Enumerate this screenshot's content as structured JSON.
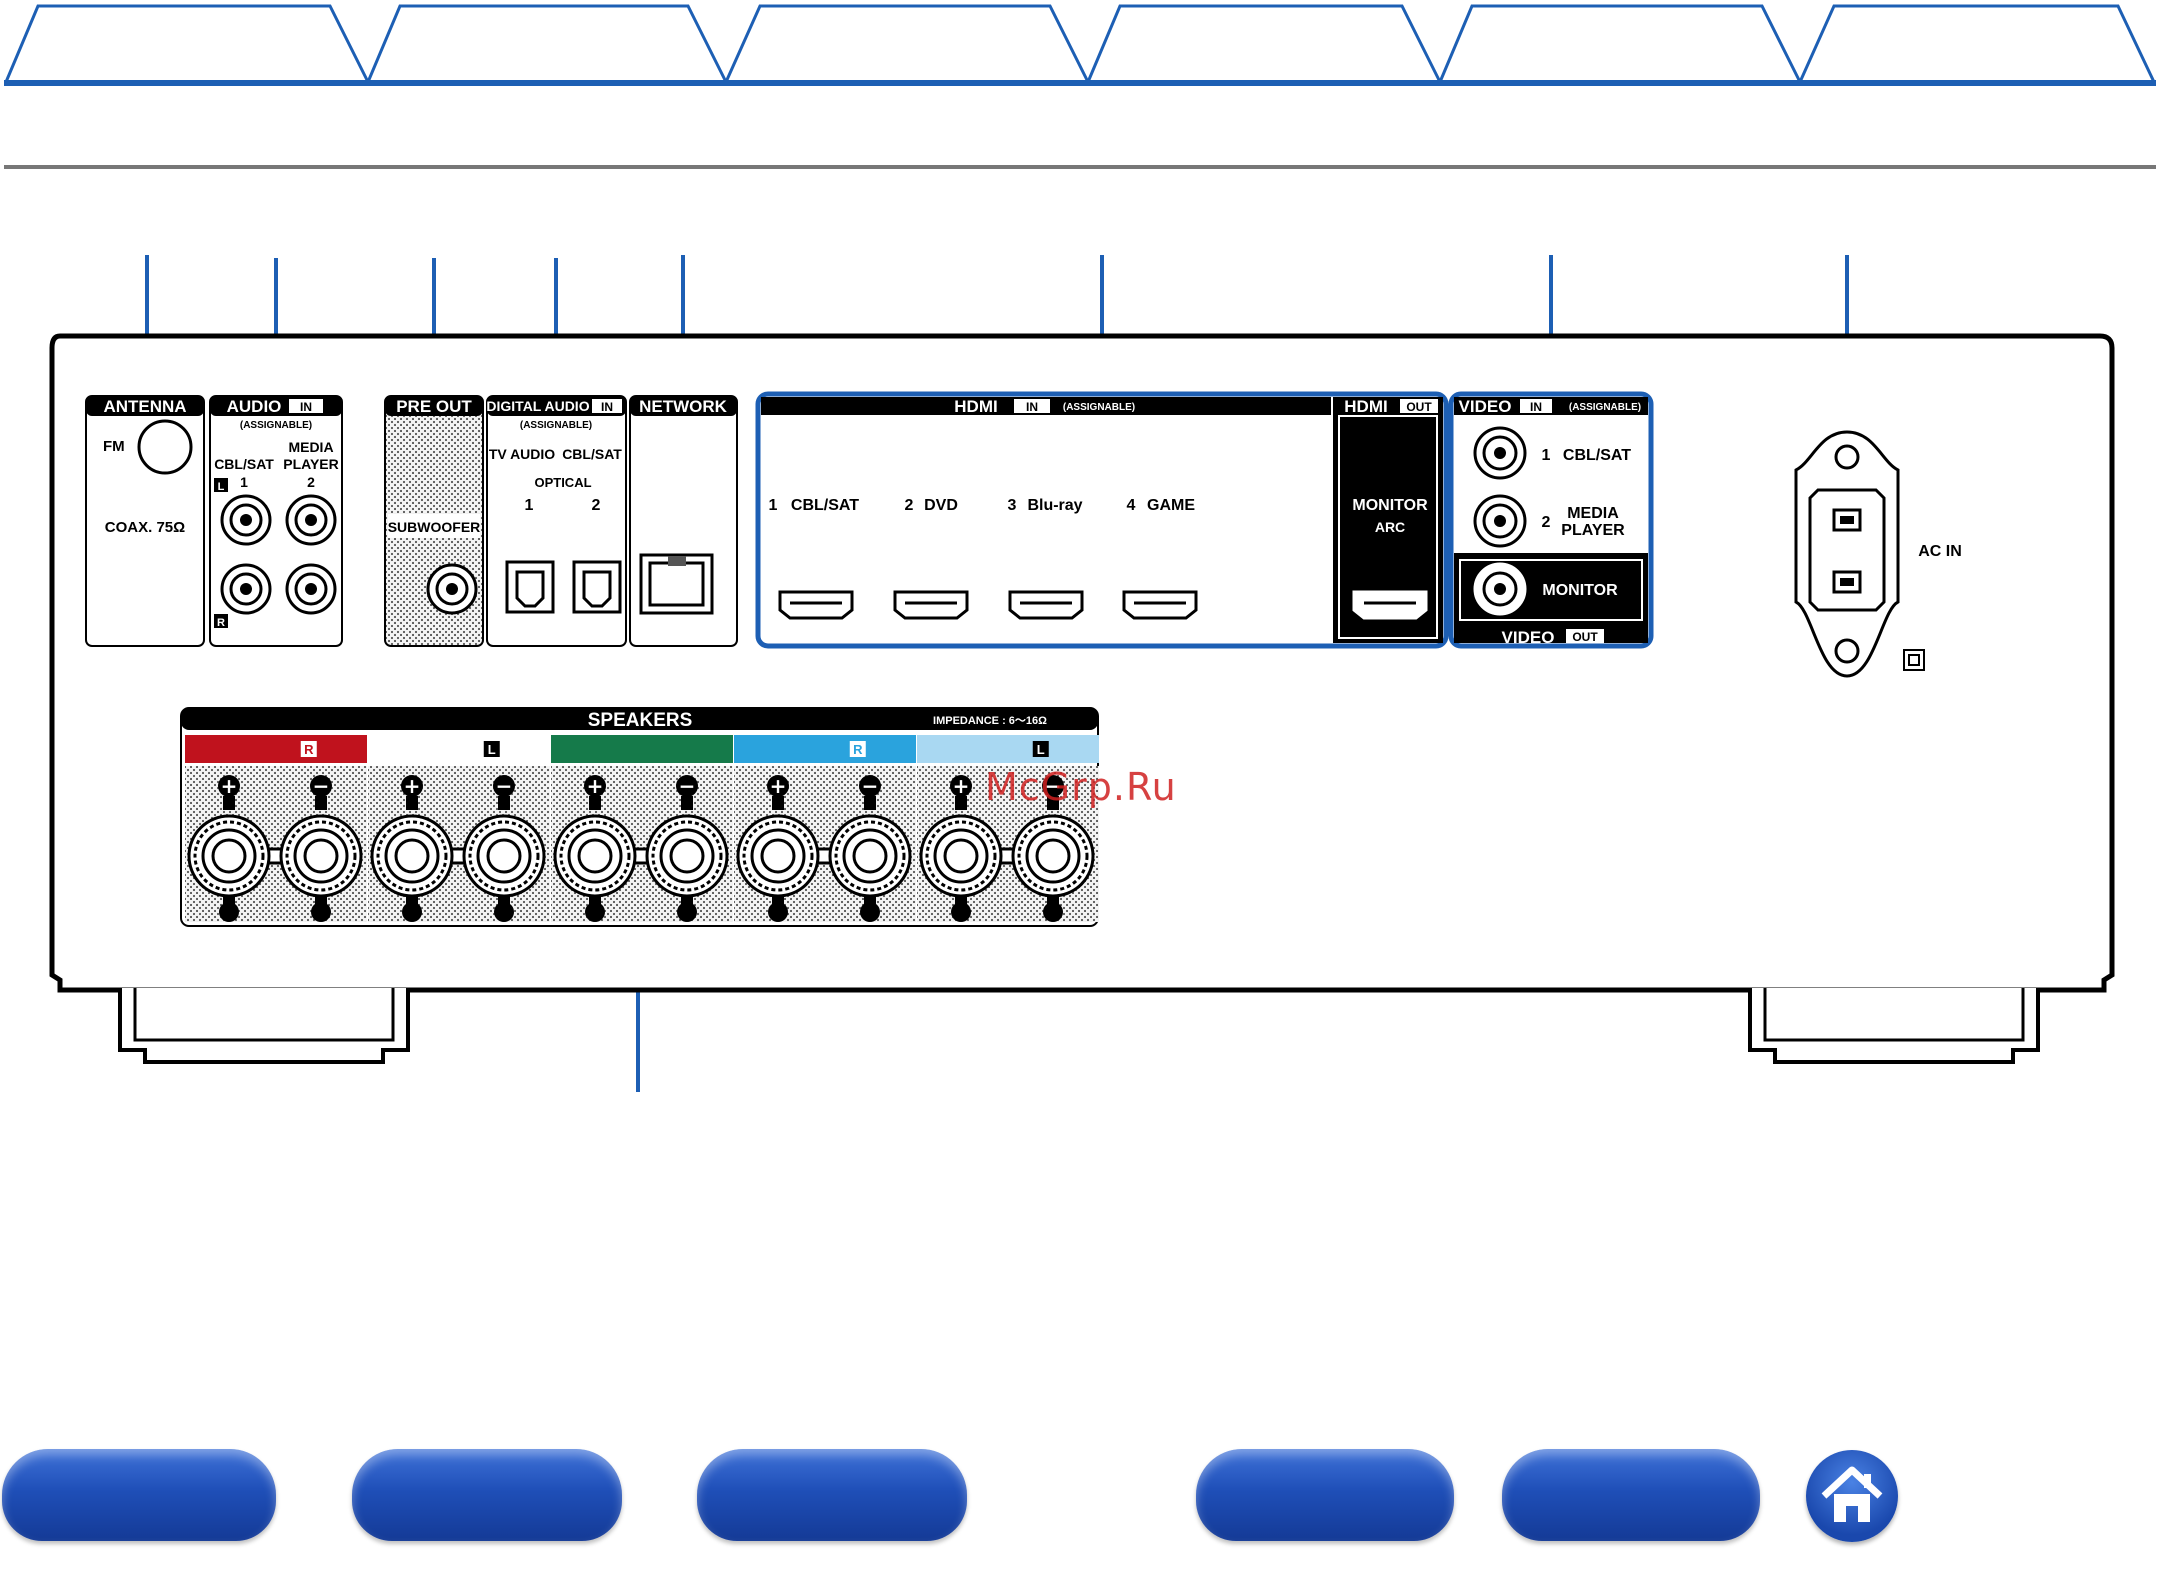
{
  "watermark": "McGrp.Ru",
  "panels": {
    "antenna": {
      "title": "ANTENNA",
      "fm": "FM",
      "coax": "COAX. 75Ω"
    },
    "audio_in": {
      "title": "AUDIO",
      "in": "IN",
      "assignable": "(ASSIGNABLE)",
      "input1": "CBL/SAT",
      "num1": "1",
      "input2a": "MEDIA",
      "input2b": "PLAYER",
      "num2": "2",
      "left": "L",
      "right": "R"
    },
    "pre_out": {
      "title": "PRE OUT",
      "subwoofer": "SUBWOOFER"
    },
    "digital_audio": {
      "title": "DIGITAL AUDIO",
      "in": "IN",
      "assignable": "(ASSIGNABLE)",
      "input1": "TV AUDIO",
      "input2": "CBL/SAT",
      "optical": "OPTICAL",
      "num1": "1",
      "num2": "2"
    },
    "network": {
      "title": "NETWORK"
    },
    "hdmi_in": {
      "title": "HDMI",
      "in": "IN",
      "assignable": "(ASSIGNABLE)",
      "ports": [
        {
          "num": "1",
          "name": "CBL/SAT"
        },
        {
          "num": "2",
          "name": "DVD"
        },
        {
          "num": "3",
          "name": "Blu-ray"
        },
        {
          "num": "4",
          "name": "GAME"
        }
      ]
    },
    "hdmi_out": {
      "title": "HDMI",
      "out": "OUT",
      "monitor": "MONITOR",
      "arc": "ARC"
    },
    "video": {
      "title": "VIDEO",
      "in": "IN",
      "assignable": "(ASSIGNABLE)",
      "num1": "1",
      "input1": "CBL/SAT",
      "num2": "2",
      "input2a": "MEDIA",
      "input2b": "PLAYER",
      "monitor": "MONITOR",
      "out_title": "VIDEO",
      "out": "OUT"
    },
    "ac_in": {
      "label": "AC IN"
    },
    "speakers": {
      "title": "SPEAKERS",
      "impedance": "IMPEDANCE : 6～16Ω",
      "channels": [
        {
          "tag": "R",
          "color": "#c0121d"
        },
        {
          "tag": "L",
          "color": "#ffffff"
        },
        {
          "tag": "",
          "color": "#157a4a"
        },
        {
          "tag": "R",
          "color": "#2aa3dd"
        },
        {
          "tag": "L",
          "color": "#a9d8f2"
        }
      ],
      "plus": "+",
      "minus": "−"
    }
  },
  "colors": {
    "accent": "#1d5fb4",
    "nav_button": "#1f4fb8"
  },
  "top_tabs_count": 6,
  "bottom_nav": {
    "home_icon": "home-icon"
  }
}
